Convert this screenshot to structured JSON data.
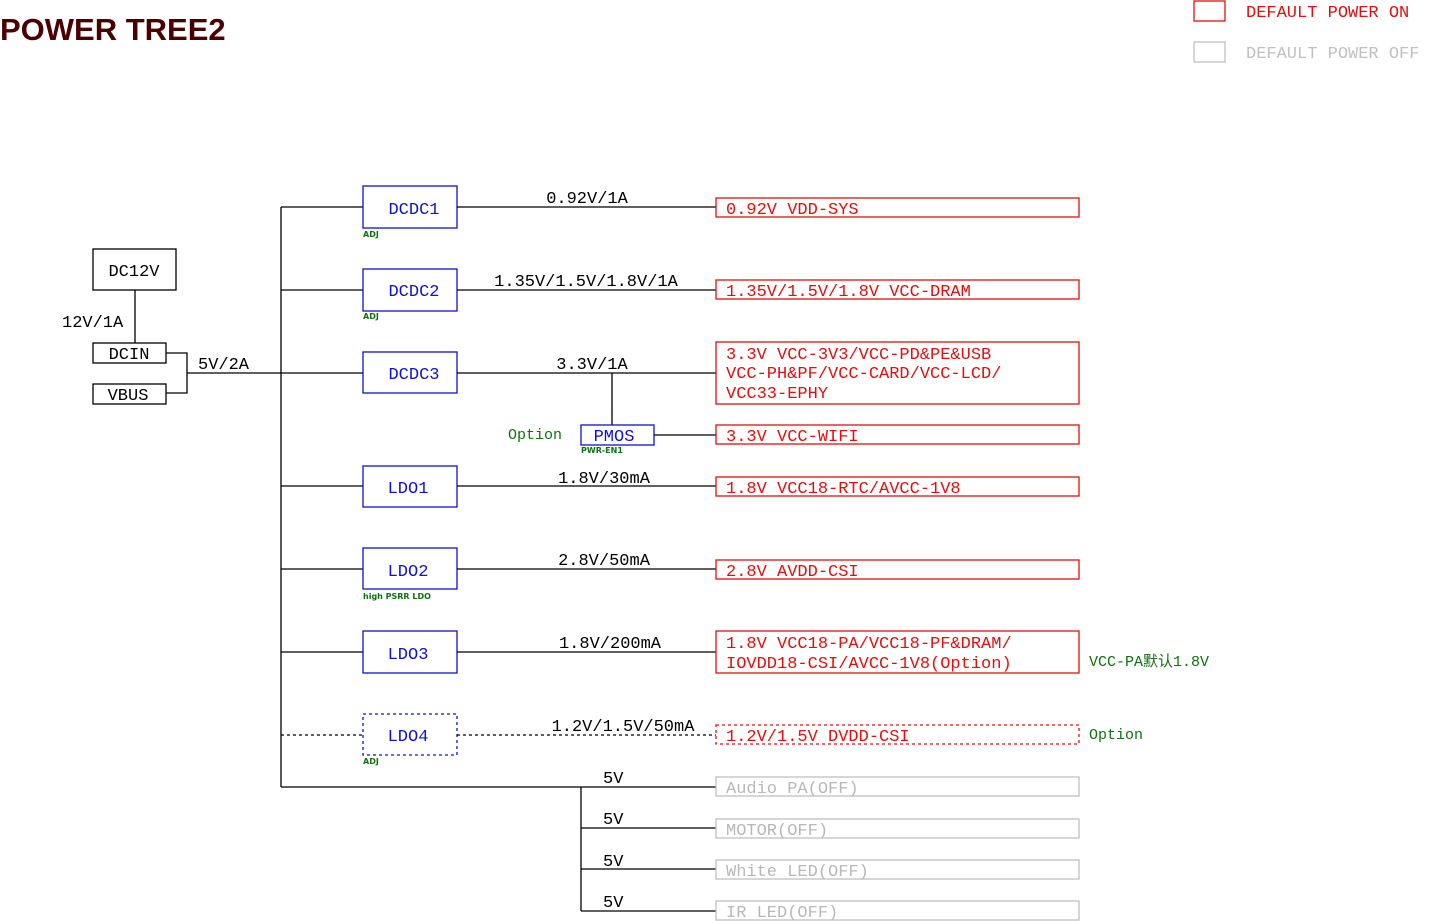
{
  "title": "POWER TREE2",
  "colors": {
    "title": "#4a0000",
    "power_on": "#e01010",
    "power_off": "#c0c0c0",
    "block": "#1010d0",
    "note": "#107010",
    "wire": "#000000"
  },
  "legend": {
    "on_label": "DEFAULT POWER ON",
    "off_label": "DEFAULT POWER OFF"
  },
  "sources": {
    "dc12v": "DC12V",
    "dc12v_rail": "12V/1A",
    "dcin": "DCIN",
    "vbus": "VBUS",
    "main_rail": "5V/2A"
  },
  "regulators": [
    {
      "name": "DCDC1",
      "rail": "0.92V/1A",
      "note": "ADJ",
      "load": [
        "0.92V VDD-SYS"
      ],
      "state": "on"
    },
    {
      "name": "DCDC2",
      "rail": "1.35V/1.5V/1.8V/1A",
      "note": "ADJ",
      "load": [
        "1.35V/1.5V/1.8V VCC-DRAM"
      ],
      "state": "on"
    },
    {
      "name": "DCDC3",
      "rail": "3.3V/1A",
      "note": "",
      "load": [
        "3.3V VCC-3V3/VCC-PD&PE&USB",
        "VCC-PH&PF/VCC-CARD/VCC-LCD/",
        "VCC33-EPHY"
      ],
      "state": "on"
    },
    {
      "name": "LDO1",
      "rail": "1.8V/30mA",
      "note": "",
      "load": [
        "1.8V VCC18-RTC/AVCC-1V8"
      ],
      "state": "on"
    },
    {
      "name": "LDO2",
      "rail": "2.8V/50mA",
      "note": "high PSRR LDO",
      "load": [
        "2.8V AVDD-CSI"
      ],
      "state": "on"
    },
    {
      "name": "LDO3",
      "rail": "1.8V/200mA",
      "note": "",
      "load": [
        "1.8V VCC18-PA/VCC18-PF&DRAM/",
        "IOVDD18-CSI/AVCC-1V8(Option)"
      ],
      "state": "on",
      "side_note": "VCC-PA默认1.8V"
    },
    {
      "name": "LDO4",
      "rail": "1.2V/1.5V/50mA",
      "note": "ADJ",
      "load": [
        "1.2V/1.5V DVDD-CSI"
      ],
      "state": "optional",
      "side_note": "Option"
    }
  ],
  "pmos": {
    "name": "PMOS",
    "note": "PWR-EN1",
    "option_label": "Option",
    "load": "3.3V VCC-WIFI"
  },
  "five_volt_loads": [
    {
      "rail": "5V",
      "load": "Audio PA(OFF)"
    },
    {
      "rail": "5V",
      "load": "MOTOR(OFF)"
    },
    {
      "rail": "5V",
      "load": "White LED(OFF)"
    },
    {
      "rail": "5V",
      "load": "IR LED(OFF)"
    }
  ]
}
